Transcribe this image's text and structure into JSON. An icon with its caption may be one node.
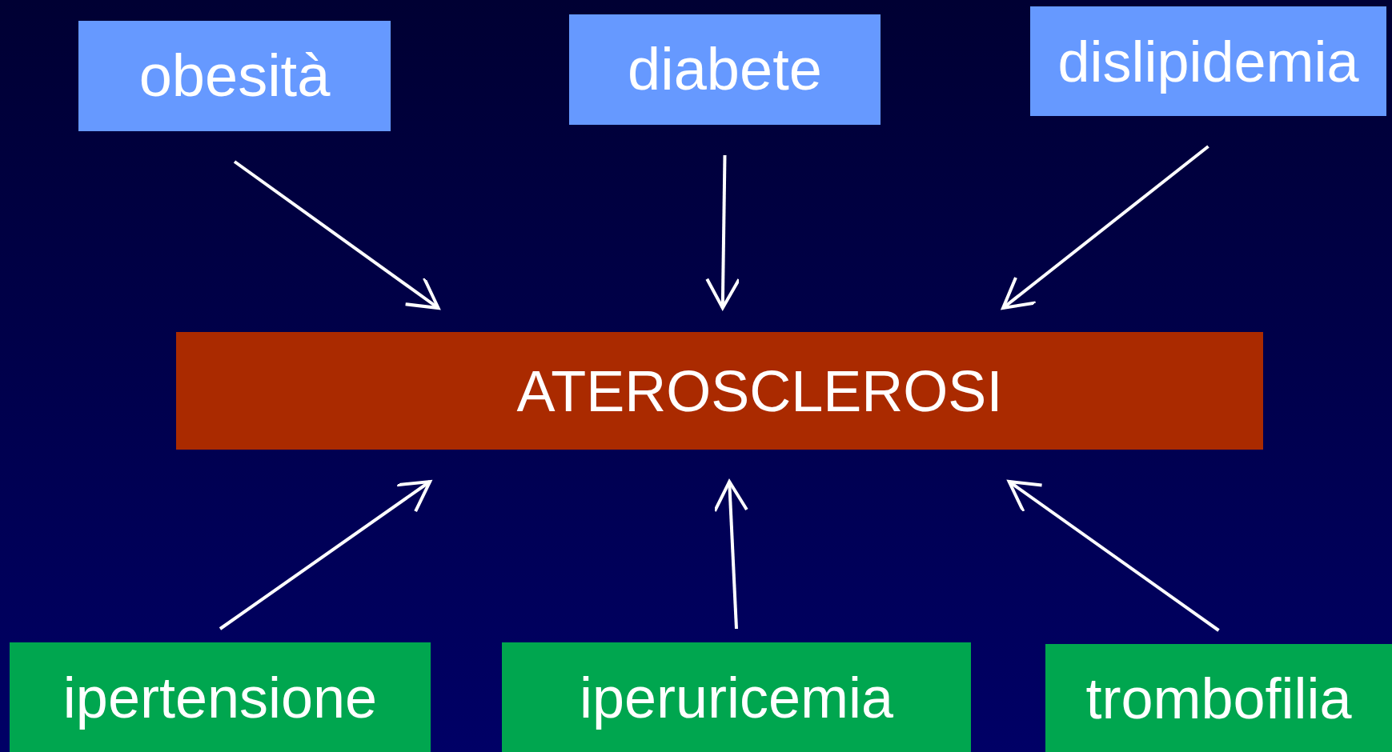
{
  "diagram": {
    "nodes": [
      {
        "text": [
          "obesità"
        ]
      },
      {
        "text": [
          "diabete"
        ]
      },
      {
        "text": [
          "dislipidemia"
        ]
      },
      {
        "text": [
          "ATEROSCLEROSI"
        ]
      },
      {
        "text": [
          "ipertensione"
        ]
      },
      {
        "text": [
          "iperuricemia"
        ]
      },
      {
        "text": [
          "trombofilia"
        ]
      }
    ],
    "edges": [
      {
        "from": 0,
        "to": 3,
        "arrow": "to"
      },
      {
        "from": 1,
        "to": 3,
        "arrow": "to"
      },
      {
        "from": 2,
        "to": 3,
        "arrow": "to"
      },
      {
        "from": 4,
        "to": 3,
        "arrow": "to"
      },
      {
        "from": 5,
        "to": 3,
        "arrow": "to"
      },
      {
        "from": 6,
        "to": 3,
        "arrow": "to"
      }
    ]
  }
}
